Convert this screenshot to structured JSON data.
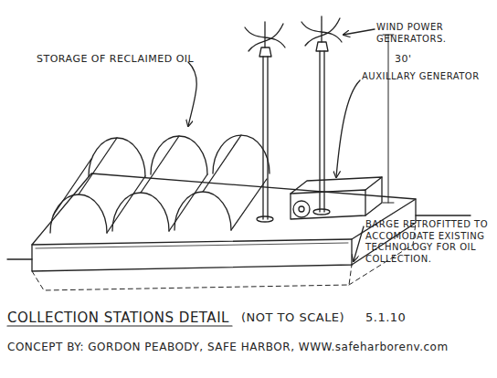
{
  "diagram": {
    "title": "COLLECTION STATIONS DETAIL",
    "caption": "CONCEPT BY: GORDON PEABODY, SAFE HARBOR, WWW.safeharborenv.com",
    "labels": [
      "STORAGE OF RECLAIMED OIL",
      "WIND POWER GENERATORS.",
      "30'",
      "AUXILLARY GENERATOR",
      "BARGE RETROFITTED TO ACCOMODATE EXISTING TECHNOLOGY FOR OIL COLLECTION.",
      "(NOT TO SCALE)",
      "5.1.10"
    ]
  }
}
